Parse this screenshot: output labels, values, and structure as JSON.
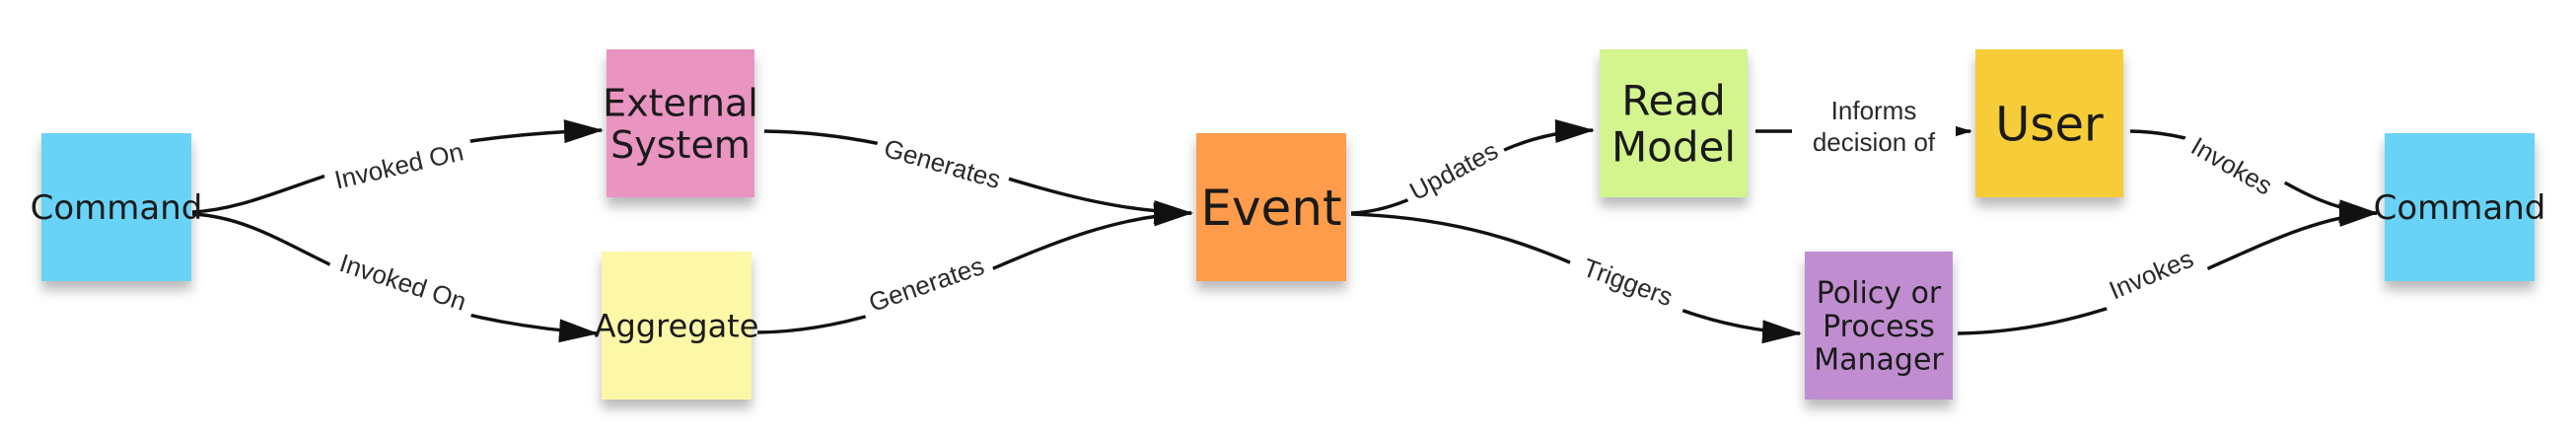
{
  "colors": {
    "command": "#67D3F6",
    "external_system": "#E994C1",
    "aggregate": "#FCF8A8",
    "event": "#FE9C4C",
    "read_model": "#D4F48E",
    "user": "#F6CD38",
    "policy": "#C08ED0",
    "line": "#111111"
  },
  "nodes": {
    "command_left": {
      "lines": [
        "Command"
      ],
      "color_key": "command"
    },
    "external_system": {
      "lines": [
        "External",
        "System"
      ],
      "color_key": "external_system"
    },
    "aggregate": {
      "lines": [
        "Aggregate"
      ],
      "color_key": "aggregate"
    },
    "event": {
      "lines": [
        "Event"
      ],
      "color_key": "event"
    },
    "read_model": {
      "lines": [
        "Read",
        "Model"
      ],
      "color_key": "read_model"
    },
    "user": {
      "lines": [
        "User"
      ],
      "color_key": "user"
    },
    "policy": {
      "lines": [
        "Policy or",
        "Process",
        "Manager"
      ],
      "color_key": "policy"
    },
    "command_right": {
      "lines": [
        "Command"
      ],
      "color_key": "command"
    }
  },
  "edges": {
    "cmd_to_external": {
      "label": [
        "Invoked On"
      ]
    },
    "cmd_to_aggregate": {
      "label": [
        "Invoked On"
      ]
    },
    "external_to_event": {
      "label": [
        "Generates"
      ]
    },
    "aggregate_to_event": {
      "label": [
        "Generates"
      ]
    },
    "event_to_readmodel": {
      "label": [
        "Updates"
      ]
    },
    "event_to_policy": {
      "label": [
        "Triggers"
      ]
    },
    "readmodel_to_user": {
      "label": [
        "Informs",
        "decision of"
      ]
    },
    "user_to_command": {
      "label": [
        "Invokes"
      ]
    },
    "policy_to_command": {
      "label": [
        "Invokes"
      ]
    }
  }
}
